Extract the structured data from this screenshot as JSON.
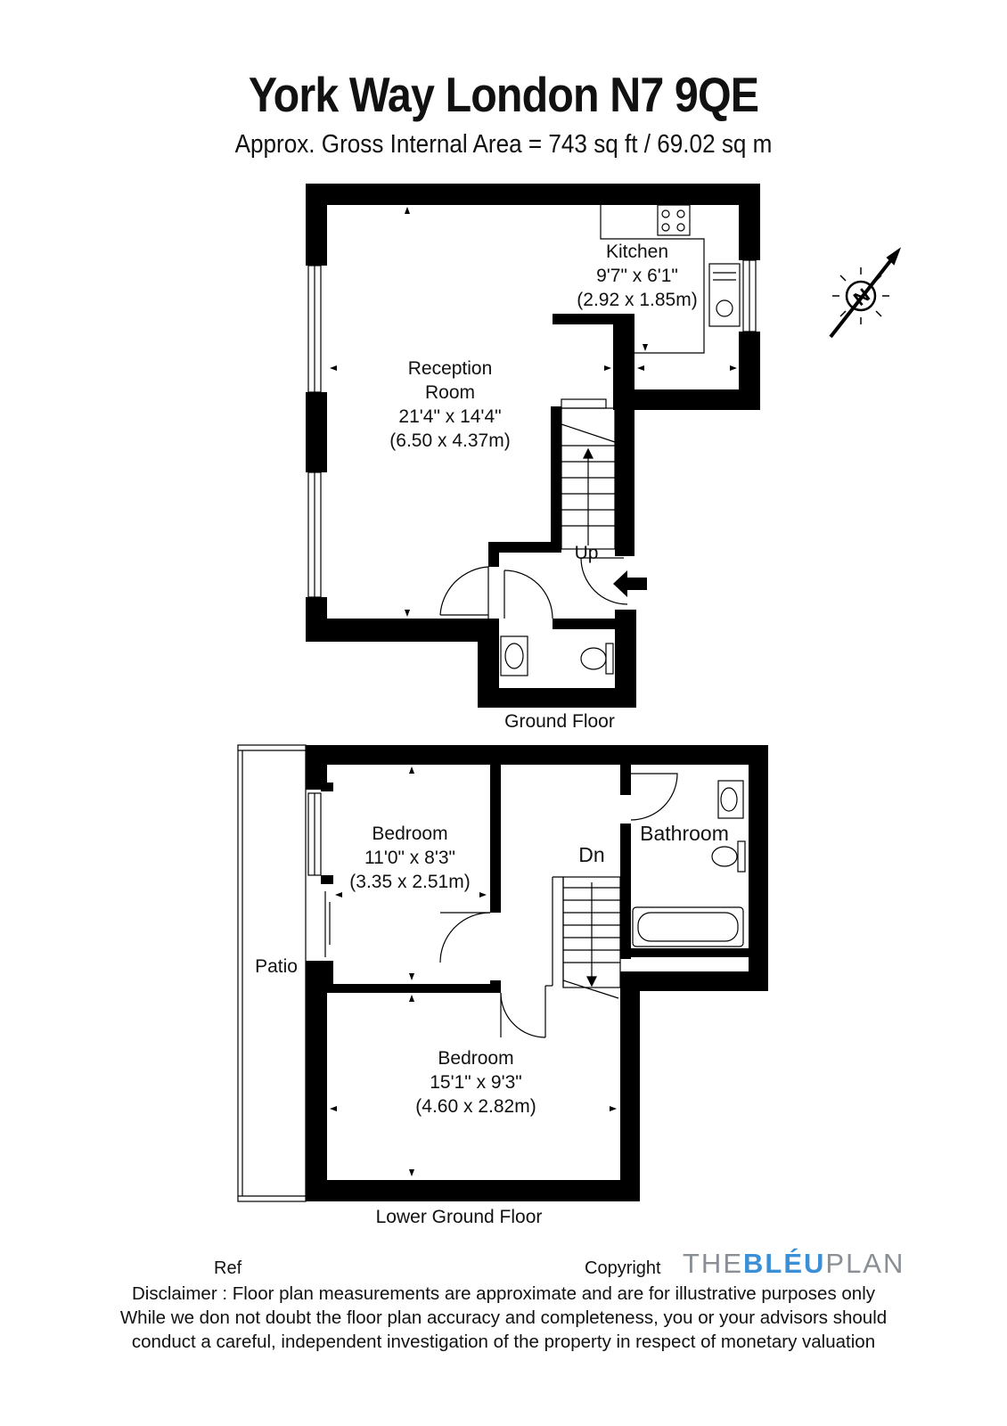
{
  "header": {
    "title": "York Way London N7 9QE",
    "subtitle": "Approx. Gross Internal Area = 743 sq ft / 69.02 sq m"
  },
  "compass": {
    "letter": "N",
    "icon": "north-arrow-icon"
  },
  "ground_floor": {
    "label": "Ground Floor",
    "rooms": {
      "kitchen": {
        "name": "Kitchen",
        "imperial": "9'7\" x 6'1\"",
        "metric": "(2.92 x 1.85m)"
      },
      "reception": {
        "name_line1": "Reception",
        "name_line2": "Room",
        "imperial": "21'4\" x 14'4\"",
        "metric": "(6.50 x 4.37m)"
      }
    },
    "stairs_label": "Up"
  },
  "lower_ground_floor": {
    "label": "Lower Ground Floor",
    "rooms": {
      "bedroom1": {
        "name": "Bedroom",
        "imperial": "11'0\" x 8'3\"",
        "metric": "(3.35 x 2.51m)"
      },
      "bathroom": {
        "name": "Bathroom"
      },
      "bedroom2": {
        "name": "Bedroom",
        "imperial": "15'1\" x 9'3\"",
        "metric": "(4.60 x 2.82m)"
      },
      "patio": {
        "name": "Patio"
      }
    },
    "stairs_label": "Dn"
  },
  "footer": {
    "ref_label": "Ref",
    "copyright_label": "Copyright",
    "brand_prefix": "THE",
    "brand_highlight": "BLÉU",
    "brand_suffix": "PLAN",
    "disclaimer_line1": "Disclaimer : Floor plan measurements are approximate and are for illustrative purposes only",
    "disclaimer_line2": "While we don not doubt the floor plan accuracy and completeness, you or your advisors should",
    "disclaimer_line3": "conduct a careful, independent investigation of the property in respect of monetary valuation"
  },
  "colors": {
    "wall": "#000000",
    "brand_blue": "#3a8fd6",
    "brand_grey": "#8a8f96"
  }
}
